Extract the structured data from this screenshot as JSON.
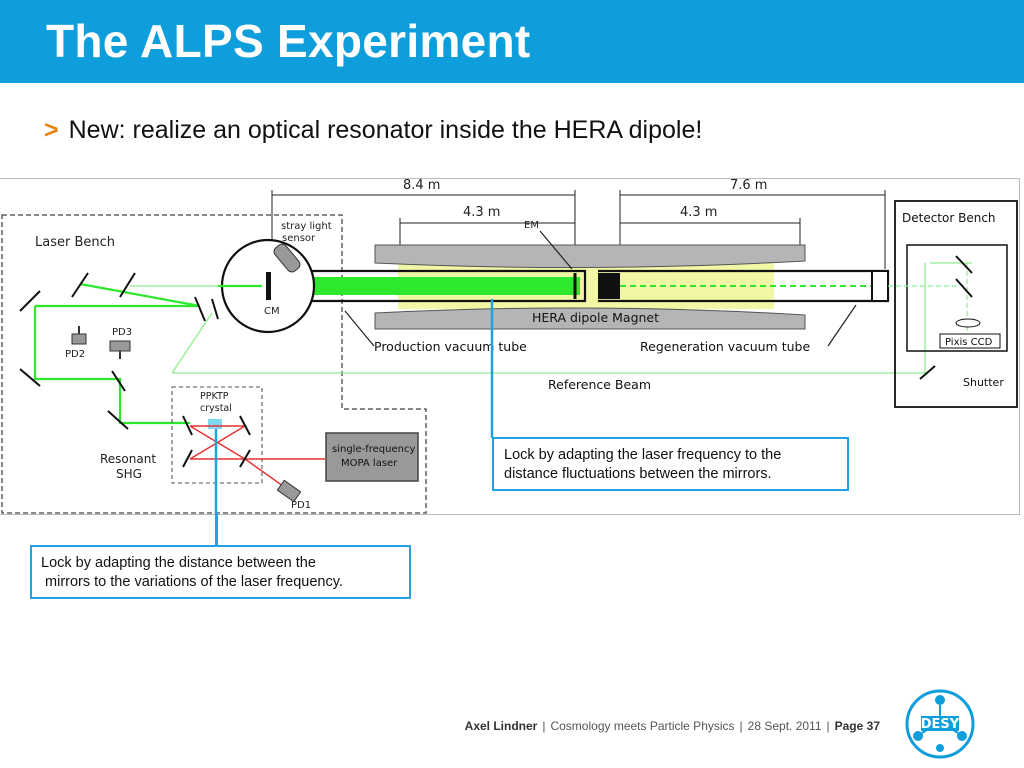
{
  "header": {
    "title": "The ALPS Experiment"
  },
  "bullet": {
    "marker": ">",
    "text": "New: realize an optical resonator inside the HERA dipole!"
  },
  "diagram": {
    "dimensions": {
      "left_total": "8.4 m",
      "right_total": "7.6 m",
      "left_half": "4.3 m",
      "right_half": "4.3 m"
    },
    "labels": {
      "laser_bench": "Laser Bench",
      "stray_light_line1": "stray light",
      "stray_light_line2": "sensor",
      "cm": "CM",
      "em": "EM",
      "pd2": "PD2",
      "pd3": "PD3",
      "ppktp_line1": "PPKTP",
      "ppktp_line2": "crystal",
      "resonant_line1": "Resonant",
      "resonant_line2": "SHG",
      "mopa_line1": "single-frequency",
      "mopa_line2": "MOPA laser",
      "pd1": "PD1",
      "hera_magnet": "HERA dipole Magnet",
      "production_tube": "Production vacuum tube",
      "regeneration_tube": "Regeneration vacuum tube",
      "reference_beam": "Reference Beam",
      "detector_bench": "Detector Bench",
      "pixis_ccd": "Pixis CCD",
      "shutter": "Shutter"
    }
  },
  "callouts": {
    "right": "Lock by adapting the laser frequency to the\ndistance fluctuations between the mirrors.",
    "left": "Lock by adapting the distance between the\n mirrors to the variations of the laser frequency."
  },
  "footer": {
    "author": "Axel Lindner",
    "separator": "|",
    "talk": "Cosmology meets Particle Physics",
    "date": "28 Sept. 2011",
    "page": "Page 37"
  },
  "logo": {
    "text": "DESY",
    "icon": "desy-logo-icon"
  },
  "colors": {
    "header_blue": "#0e9edc",
    "accent_orange": "#e8840c",
    "beam_green": "#2ee82e",
    "magnet_field": "#f2f7a5",
    "callout_blue": "#1fa3e0",
    "red_beam": "#e53030"
  }
}
